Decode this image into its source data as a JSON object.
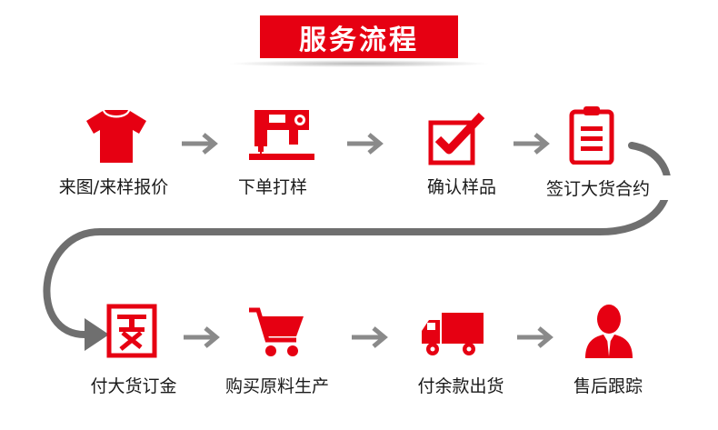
{
  "title": "服务流程",
  "colors": {
    "accent": "#e60012",
    "arrow": "#8a8a8a",
    "connector": "#6f6f6f"
  },
  "steps_row1": [
    {
      "label": "来图/来样报价",
      "icon": "tshirt-icon"
    },
    {
      "label": "下单打样",
      "icon": "sewing-machine-icon"
    },
    {
      "label": "确认样品",
      "icon": "checkbox-icon"
    },
    {
      "label": "签订大货合约",
      "icon": "clipboard-icon"
    }
  ],
  "steps_row2": [
    {
      "label": "付大货订金",
      "icon": "deposit-icon"
    },
    {
      "label": "购买原料生产",
      "icon": "shopping-cart-icon"
    },
    {
      "label": "付余款出货",
      "icon": "delivery-truck-icon"
    },
    {
      "label": "售后跟踪",
      "icon": "user-service-icon"
    }
  ]
}
